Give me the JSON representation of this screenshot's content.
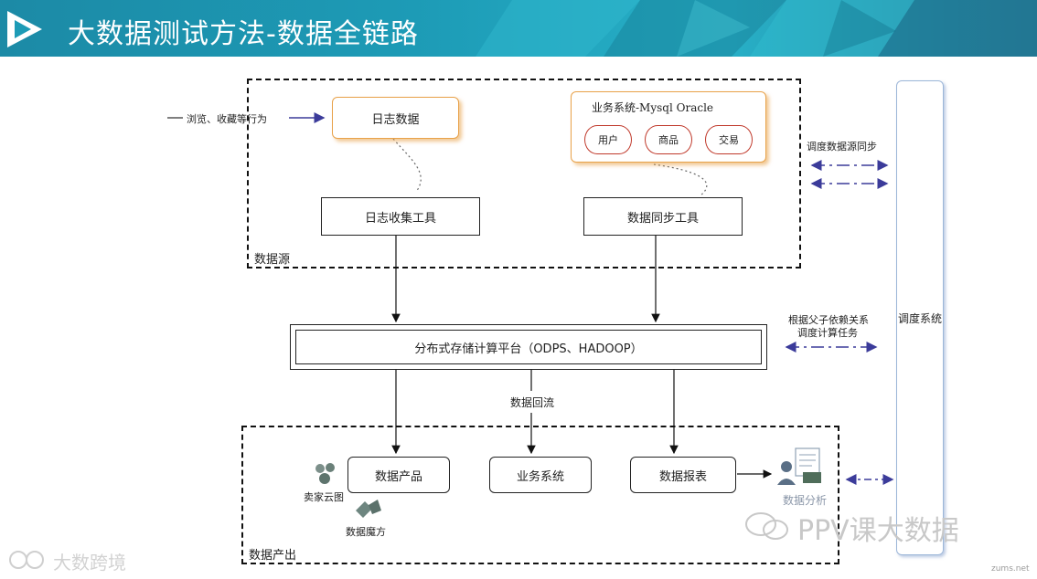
{
  "slide": {
    "title": "大数据测试方法-数据全链路"
  },
  "diagram": {
    "source_region_label": "数据源",
    "output_region_label": "数据产出",
    "behavior_label": "浏览、收藏等行为",
    "log_data": "日志数据",
    "biz_system_db": "业务系统-Mysql Oracle",
    "tables": [
      "用户",
      "商品",
      "交易"
    ],
    "log_collector": "日志收集工具",
    "data_sync": "数据同步工具",
    "platform": "分布式存储计算平台（ODPS、HADOOP）",
    "backflow": "数据回流",
    "data_product": "数据产品",
    "biz_system": "业务系统",
    "data_report": "数据报表",
    "seller_cloud": "卖家云图",
    "data_cube": "数据魔方",
    "data_analysis": "数据分析",
    "scheduler": "调度系统",
    "sync_note": "调度数据源同步",
    "dep_note_line1": "根据父子依赖关系",
    "dep_note_line2": "调度计算任务"
  },
  "watermarks": {
    "bottom_left": "大数跨境",
    "bottom_right": "PPV课大数据",
    "corner": "zums.net"
  },
  "colors": {
    "header": "#1d9bb6",
    "orange_border": "#e8a24a",
    "cylinder": "#c0392b",
    "arrow_blue": "#3b3b9a",
    "scheduler_border": "#9cb6d8"
  }
}
